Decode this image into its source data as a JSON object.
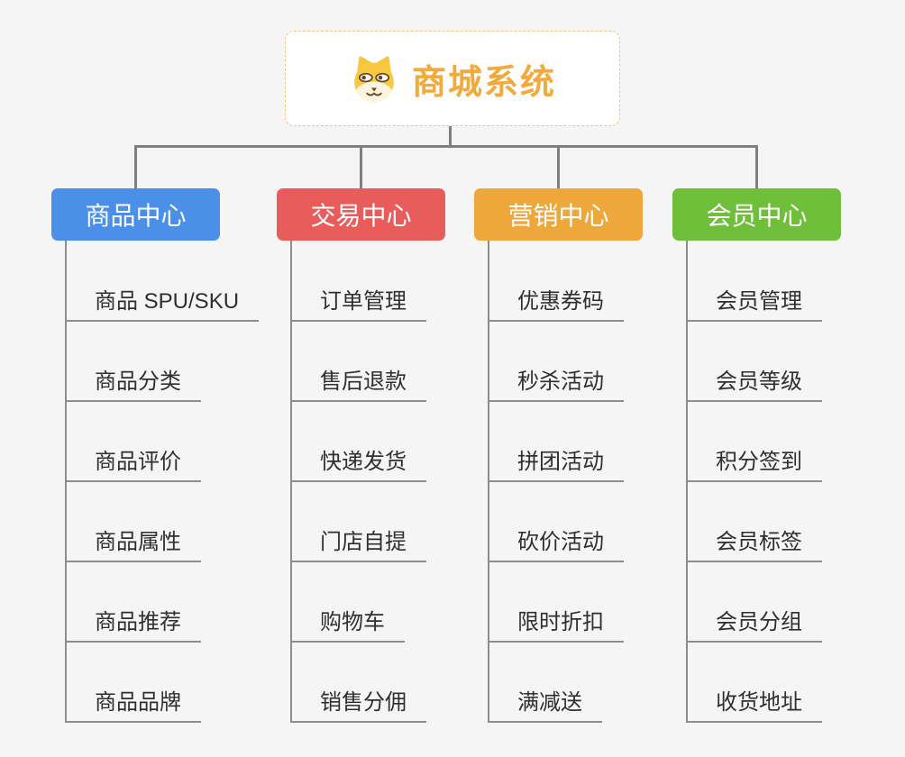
{
  "root": {
    "title": "商城系统",
    "icon": "dog-face-icon",
    "text_color": "#f2a93d",
    "border_color": "#f3c27a",
    "background": "#ffffff"
  },
  "branches": [
    {
      "label": "商品中心",
      "color": "#4a8fe8",
      "children": [
        "商品 SPU/SKU",
        "商品分类",
        "商品评价",
        "商品属性",
        "商品推荐",
        "商品品牌"
      ]
    },
    {
      "label": "交易中心",
      "color": "#e85c5c",
      "children": [
        "订单管理",
        "售后退款",
        "快递发货",
        "门店自提",
        "购物车",
        "销售分佣"
      ]
    },
    {
      "label": "营销中心",
      "color": "#eea73b",
      "children": [
        "优惠券码",
        "秒杀活动",
        "拼团活动",
        "砍价活动",
        "限时折扣",
        "满减送"
      ]
    },
    {
      "label": "会员中心",
      "color": "#6fbf3b",
      "children": [
        "会员管理",
        "会员等级",
        "积分签到",
        "会员标签",
        "会员分组",
        "收货地址"
      ]
    }
  ],
  "colors": {
    "canvas_background": "#f5f5f5",
    "connector": "#7f7f7f",
    "underline": "#8d8d8d",
    "item_text": "#2f2f2f",
    "branch_text": "#ffffff"
  }
}
